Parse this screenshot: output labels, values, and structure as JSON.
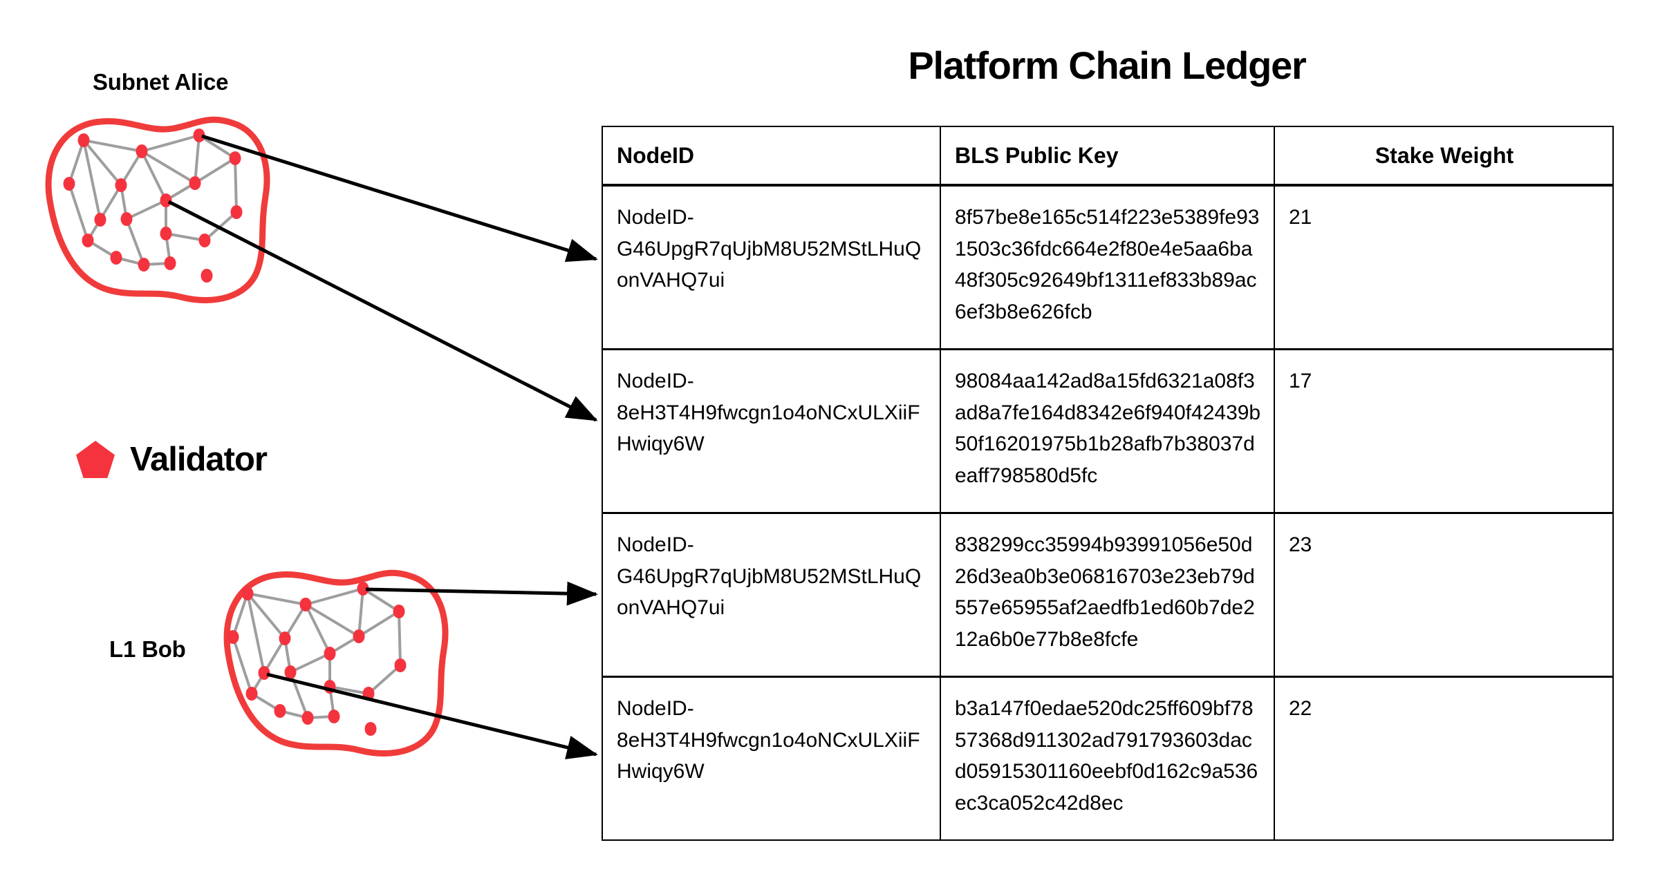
{
  "diagram": {
    "subnet_alice_label": "Subnet Alice",
    "l1_bob_label": "L1 Bob",
    "legend": {
      "icon": "pentagon-icon",
      "label": "Validator"
    },
    "colors": {
      "validator_red": "#F5333F",
      "blob_outline": "#F03B3B",
      "graph_edge": "#9E9E9E",
      "arrow": "#000000"
    },
    "clusters": [
      {
        "name": "subnet-alice",
        "node_count": 18,
        "outgoing_arrows": 2
      },
      {
        "name": "l1-bob",
        "node_count": 18,
        "outgoing_arrows": 2
      }
    ]
  },
  "ledger": {
    "title": "Platform Chain Ledger",
    "columns": [
      "NodeID",
      "BLS Public Key",
      "Stake Weight"
    ],
    "rows": [
      {
        "node_id": "NodeID-G46UpgR7qUjbM8U52MStLHuQonVAHQ7ui",
        "bls_public_key": "8f57be8e165c514f223e5389fe931503c36fdc664e2f80e4e5aa6ba48f305c92649bf1311ef833b89ac6ef3b8e626fcb",
        "stake_weight": "21"
      },
      {
        "node_id": "NodeID-8eH3T4H9fwcgn1o4oNCxULXiiFHwiqy6W",
        "bls_public_key": "98084aa142ad8a15fd6321a08f3ad8a7fe164d8342e6f940f42439b50f16201975b1b28afb7b38037deaff798580d5fc",
        "stake_weight": "17"
      },
      {
        "node_id": "NodeID-G46UpgR7qUjbM8U52MStLHuQonVAHQ7ui",
        "bls_public_key": "838299cc35994b93991056e50d26d3ea0b3e06816703e23eb79d557e65955af2aedfb1ed60b7de212a6b0e77b8e8fcfe",
        "stake_weight": "23"
      },
      {
        "node_id": "NodeID-8eH3T4H9fwcgn1o4oNCxULXiiFHwiqy6W",
        "bls_public_key": "b3a147f0edae520dc25ff609bf7857368d911302ad791793603dacd05915301160eebf0d162c9a536ec3ca052c42d8ec",
        "stake_weight": "22"
      }
    ]
  }
}
